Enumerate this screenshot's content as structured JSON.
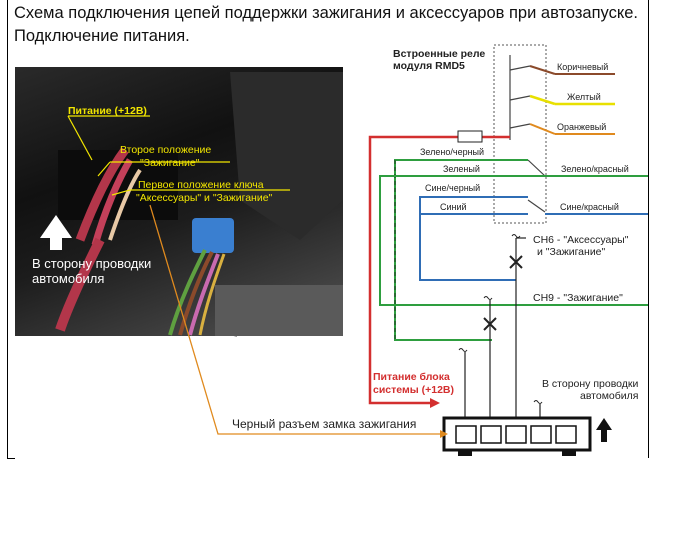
{
  "caption": "Схема подключения цепей поддержки зажигания и аксессуаров при автозапуске. Подключение питания.",
  "photo": {
    "label_power": "Питание (+12В)",
    "label_second_pos_1": "Второе положение",
    "label_second_pos_2": "\"Зажигание\"",
    "label_first_pos_1": "Первое положение ключа",
    "label_first_pos_2": "\"Аксессуары\" и \"Зажигание\"",
    "label_to_car_1": "В сторону проводки",
    "label_to_car_2": "автомобиля"
  },
  "diagram": {
    "relay_title_1": "Встроенные реле",
    "relay_title_2": "модуля RMD5",
    "wire_brown": "Коричневый",
    "wire_yellow": "Желтый",
    "wire_orange": "Оранжевый",
    "wire_green_black": "Зелено/черный",
    "wire_green": "Зеленый",
    "wire_green_red": "Зелено/красный",
    "wire_blue_black": "Сине/черный",
    "wire_blue": "Синий",
    "wire_blue_red": "Сине/красный",
    "ch6_1": "CH6 - \"Аксессуары\"",
    "ch6_2": "и \"Зажигание\"",
    "ch9": "CH9 - \"Зажигание\"",
    "power_1": "Питание блока",
    "power_2": "системы (+12В)",
    "to_car_1": "В сторону проводки",
    "to_car_2": "автомобиля",
    "connector": "Черный разъем замка зажигания"
  },
  "colors": {
    "red": "#d32f2f",
    "green": "#2e9e3f",
    "blue": "#2f6db5",
    "brown": "#8b4a2b",
    "yellow": "#e8e000",
    "orange": "#e08a1e",
    "gray": "#444444",
    "photo_label": "#f2e600"
  }
}
